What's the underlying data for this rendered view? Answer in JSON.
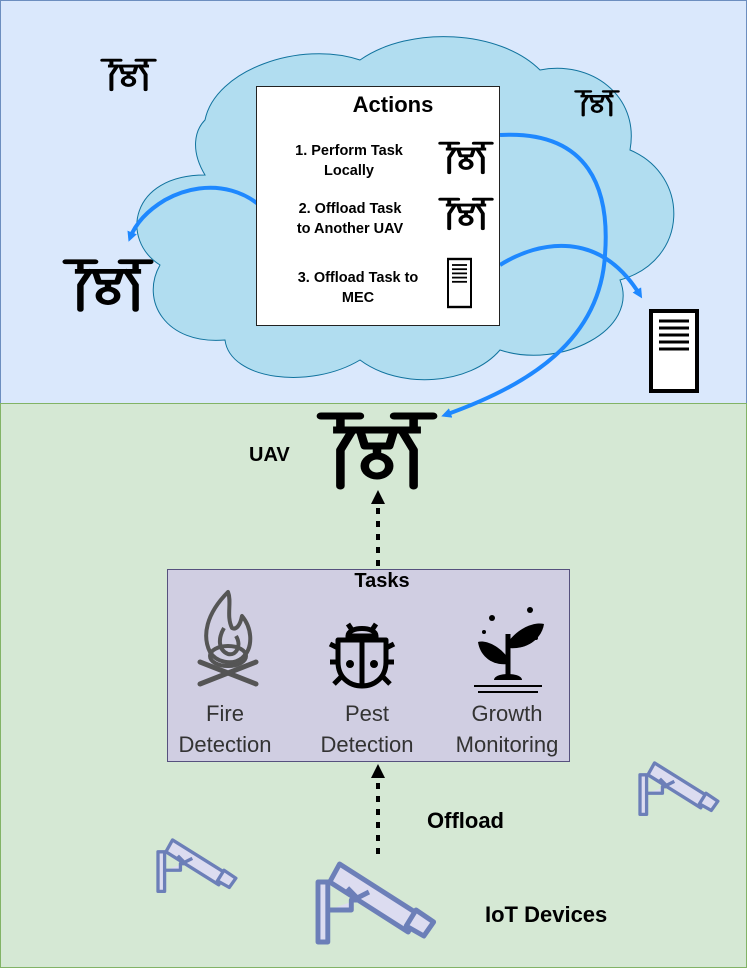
{
  "actions": {
    "title": "Actions",
    "items": [
      {
        "label": "1. Perform Task\nLocally",
        "icon": "drone-icon"
      },
      {
        "label": "2. Offload Task\nto Another UAV",
        "icon": "drone-icon"
      },
      {
        "label": "3. Offload Task to\nMEC",
        "icon": "server-icon"
      }
    ]
  },
  "uav": {
    "label": "UAV"
  },
  "tasks": {
    "title": "Tasks",
    "items": [
      {
        "label": "Fire\nDetection",
        "icon": "fire-icon"
      },
      {
        "label": "Pest\nDetection",
        "icon": "bug-icon"
      },
      {
        "label": "Growth\nMonitoring",
        "icon": "plant-icon"
      }
    ]
  },
  "offload": {
    "label": "Offload"
  },
  "iot": {
    "label": "IoT Devices"
  },
  "colors": {
    "sky": "#dae8fc",
    "ground": "#d5e8d4",
    "cloud": "#b1ddf0",
    "arrow": "#1e88ff",
    "tasks_box": "#d0cee2",
    "camera": "#dcdcf0"
  }
}
